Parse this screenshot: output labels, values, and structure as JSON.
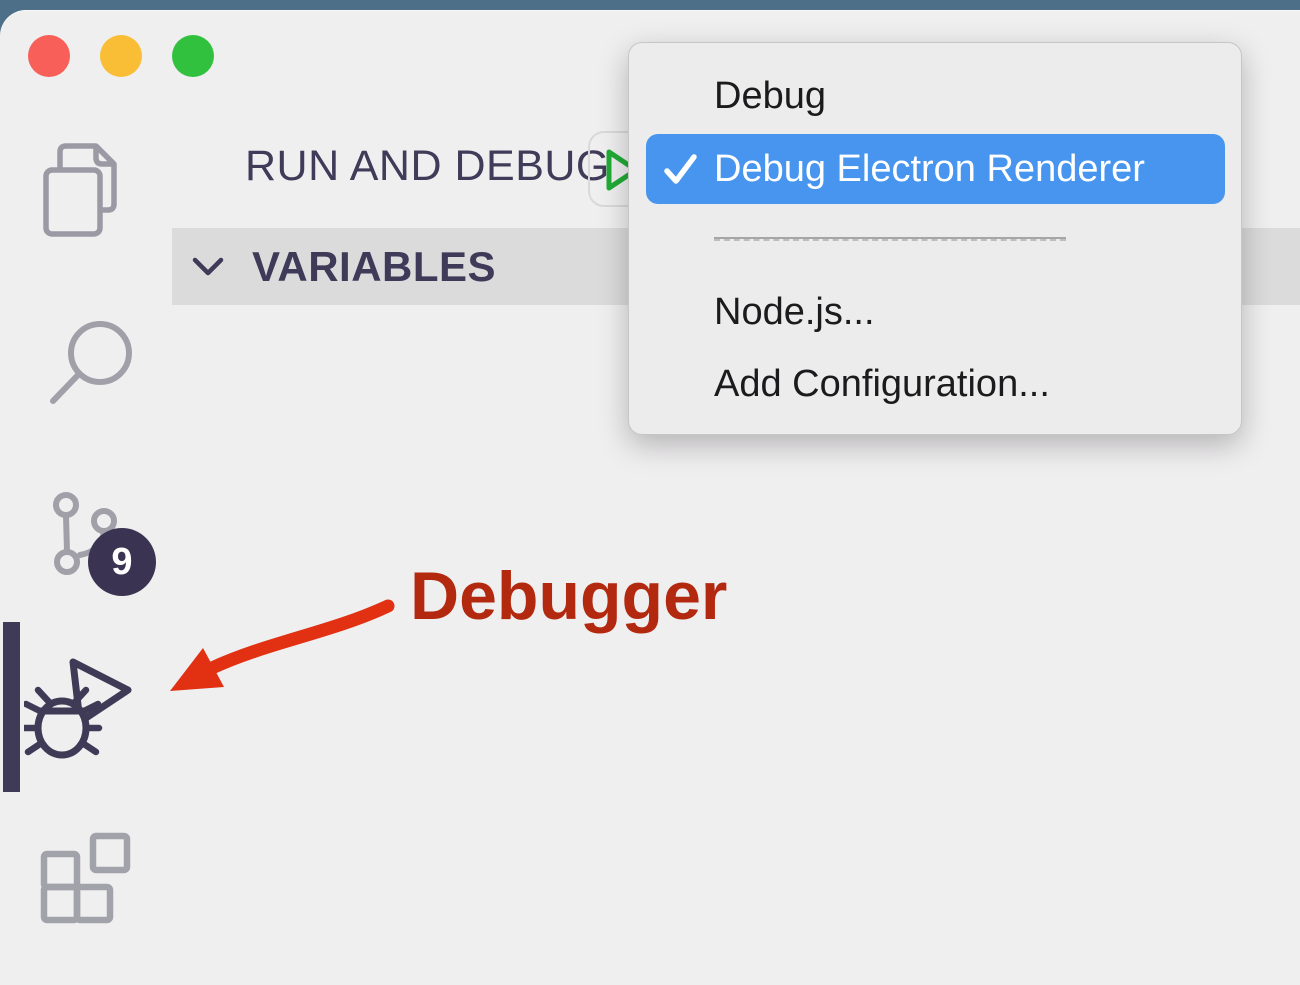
{
  "window": {
    "traffic_lights": [
      {
        "name": "close",
        "color": "#f75f58"
      },
      {
        "name": "minimize",
        "color": "#f9bd36"
      },
      {
        "name": "zoom",
        "color": "#32c13e"
      }
    ],
    "desktop_color": "#4e6f88",
    "background_color": "#f0eff0"
  },
  "activity_bar": {
    "items": [
      {
        "name": "explorer",
        "active": false
      },
      {
        "name": "search",
        "active": false
      },
      {
        "name": "source-control",
        "active": false,
        "badge_count": "9"
      },
      {
        "name": "run-and-debug",
        "active": true
      },
      {
        "name": "extensions",
        "active": false
      }
    ],
    "badge_count": "9",
    "badge_color": "#3a3352",
    "icon_gray": "#a1a0a9",
    "icon_active_color": "#3f3a56"
  },
  "run_and_debug_panel": {
    "title": "RUN AND DEBUG",
    "play_button_color": "#21ab36",
    "sections": [
      {
        "label": "VARIABLES",
        "expanded": true
      }
    ]
  },
  "dropdown_menu": {
    "items": [
      {
        "label": "Debug",
        "checked": false
      },
      {
        "label": "Debug Electron Renderer",
        "checked": true
      },
      {
        "label": "Node.js...",
        "checked": false
      },
      {
        "label": "Add Configuration...",
        "checked": false
      }
    ],
    "selection_color": "#4795ef"
  },
  "annotation": {
    "label": "Debugger",
    "text_color": "#b3290f",
    "arrow_color": "#e13112"
  }
}
